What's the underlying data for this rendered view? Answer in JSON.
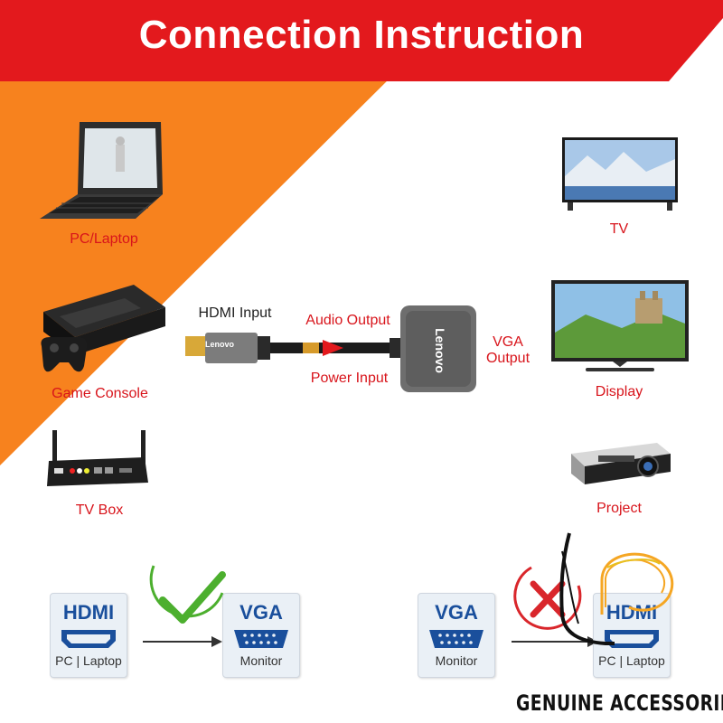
{
  "title": "Connection Instruction",
  "devices_left": [
    {
      "label": "PC/Laptop",
      "icon": "laptop-icon"
    },
    {
      "label": "Game Console",
      "icon": "game-console-icon"
    },
    {
      "label": "TV Box",
      "icon": "tv-box-icon"
    }
  ],
  "devices_right": [
    {
      "label": "TV",
      "icon": "tv-icon"
    },
    {
      "label": "Display",
      "icon": "display-icon"
    },
    {
      "label": "Project",
      "icon": "projector-icon"
    }
  ],
  "adapter": {
    "hdmi_input": "HDMI Input",
    "audio_output": "Audio Output",
    "power_input": "Power Input",
    "vga_output_line1": "VGA",
    "vga_output_line2": "Output",
    "brand": "Lenovo"
  },
  "correct_example": {
    "from_title": "HDMI",
    "from_sub": "PC | Laptop",
    "to_title": "VGA",
    "to_sub": "Monitor"
  },
  "wrong_example": {
    "from_title": "VGA",
    "from_sub": "Monitor",
    "to_title": "HDMI",
    "to_sub": "PC | Laptop"
  },
  "watermark": "GENUINE ACCESSORIES",
  "colors": {
    "banner_red": "#e3191d",
    "orange": "#f7821e",
    "label_red": "#d8141b",
    "check_green": "#4caf2e",
    "cross_red": "#d9262b",
    "card_blue": "#1a4f9c"
  }
}
